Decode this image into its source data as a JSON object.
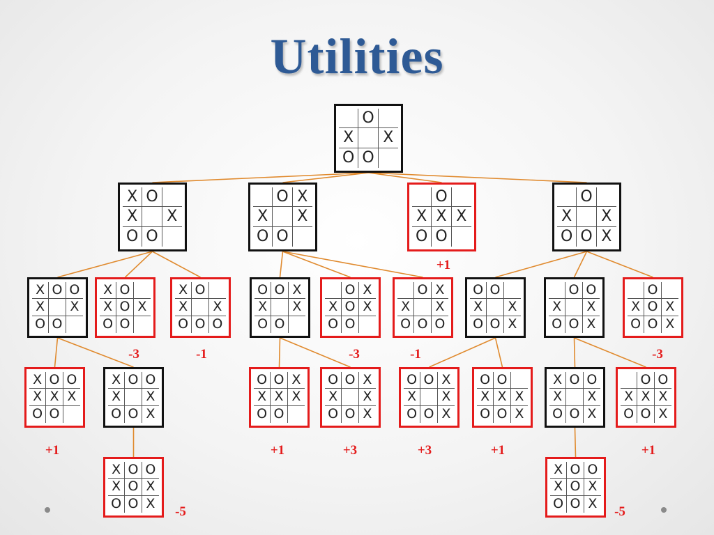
{
  "title": "Utilities",
  "colors": {
    "title": "#2e5a95",
    "edge": "#e08a2e",
    "terminal_border": "#e41b1b",
    "node_border": "#111111",
    "utility_text": "#e41b1b"
  },
  "nodes": [
    {
      "id": "root",
      "terminal": false,
      "cells": [
        "",
        "O",
        "",
        "X",
        "",
        "X",
        "O",
        "O",
        ""
      ]
    },
    {
      "id": "a",
      "terminal": false,
      "cells": [
        "X",
        "O",
        "",
        "X",
        "",
        "X",
        "O",
        "O",
        ""
      ]
    },
    {
      "id": "b",
      "terminal": false,
      "cells": [
        "",
        "O",
        "X",
        "X",
        "",
        "X",
        "O",
        "O",
        ""
      ]
    },
    {
      "id": "c",
      "terminal": true,
      "utility": "+1",
      "cells": [
        "",
        "O",
        "",
        "X",
        "X",
        "X",
        "O",
        "O",
        ""
      ]
    },
    {
      "id": "d",
      "terminal": false,
      "cells": [
        "",
        "O",
        "",
        "X",
        "",
        "X",
        "O",
        "O",
        "X"
      ]
    },
    {
      "id": "a1",
      "terminal": false,
      "cells": [
        "X",
        "O",
        "O",
        "X",
        "",
        "X",
        "O",
        "O",
        ""
      ]
    },
    {
      "id": "a2",
      "terminal": true,
      "utility": "-3",
      "cells": [
        "X",
        "O",
        "",
        "X",
        "O",
        "X",
        "O",
        "O",
        ""
      ]
    },
    {
      "id": "a3",
      "terminal": true,
      "utility": "-1",
      "cells": [
        "X",
        "O",
        "",
        "X",
        "",
        "X",
        "O",
        "O",
        "O"
      ]
    },
    {
      "id": "b1",
      "terminal": false,
      "cells": [
        "O",
        "O",
        "X",
        "X",
        "",
        "X",
        "O",
        "O",
        ""
      ]
    },
    {
      "id": "b2",
      "terminal": true,
      "utility": "-3",
      "cells": [
        "",
        "O",
        "X",
        "X",
        "O",
        "X",
        "O",
        "O",
        ""
      ]
    },
    {
      "id": "b3",
      "terminal": true,
      "utility": "-1",
      "cells": [
        "",
        "O",
        "X",
        "X",
        "",
        "X",
        "O",
        "O",
        "O"
      ]
    },
    {
      "id": "d1",
      "terminal": false,
      "cells": [
        "O",
        "O",
        "",
        "X",
        "",
        "X",
        "O",
        "O",
        "X"
      ]
    },
    {
      "id": "d2",
      "terminal": false,
      "cells": [
        "",
        "O",
        "O",
        "X",
        "",
        "X",
        "O",
        "O",
        "X"
      ]
    },
    {
      "id": "d3",
      "terminal": true,
      "utility": "-3",
      "cells": [
        "",
        "O",
        "",
        "X",
        "O",
        "X",
        "O",
        "O",
        "X"
      ]
    },
    {
      "id": "a1a",
      "terminal": true,
      "utility": "+1",
      "cells": [
        "X",
        "O",
        "O",
        "X",
        "X",
        "X",
        "O",
        "O",
        ""
      ]
    },
    {
      "id": "a1b",
      "terminal": false,
      "cells": [
        "X",
        "O",
        "O",
        "X",
        "",
        "X",
        "O",
        "O",
        "X"
      ]
    },
    {
      "id": "b1a",
      "terminal": true,
      "utility": "+1",
      "cells": [
        "O",
        "O",
        "X",
        "X",
        "X",
        "X",
        "O",
        "O",
        ""
      ]
    },
    {
      "id": "b1b",
      "terminal": true,
      "utility": "+3",
      "cells": [
        "O",
        "O",
        "X",
        "X",
        "",
        "X",
        "O",
        "O",
        "X"
      ]
    },
    {
      "id": "d1a",
      "terminal": true,
      "utility": "+3",
      "cells": [
        "O",
        "O",
        "X",
        "X",
        "",
        "X",
        "O",
        "O",
        "X"
      ]
    },
    {
      "id": "d1b",
      "terminal": true,
      "utility": "+1",
      "cells": [
        "O",
        "O",
        "",
        "X",
        "X",
        "X",
        "O",
        "O",
        "X"
      ]
    },
    {
      "id": "d2a",
      "terminal": false,
      "cells": [
        "X",
        "O",
        "O",
        "X",
        "",
        "X",
        "O",
        "O",
        "X"
      ]
    },
    {
      "id": "d2b",
      "terminal": true,
      "utility": "+1",
      "cells": [
        "",
        "O",
        "O",
        "X",
        "X",
        "X",
        "O",
        "O",
        "X"
      ]
    },
    {
      "id": "a1b1",
      "terminal": true,
      "utility": "-5",
      "cells": [
        "X",
        "O",
        "O",
        "X",
        "O",
        "X",
        "O",
        "O",
        "X"
      ]
    },
    {
      "id": "d2a1",
      "terminal": true,
      "utility": "-5",
      "cells": [
        "X",
        "O",
        "O",
        "X",
        "O",
        "X",
        "O",
        "O",
        "X"
      ]
    }
  ],
  "edges": [
    [
      "root",
      "a"
    ],
    [
      "root",
      "b"
    ],
    [
      "root",
      "c"
    ],
    [
      "root",
      "d"
    ],
    [
      "a",
      "a1"
    ],
    [
      "a",
      "a2"
    ],
    [
      "a",
      "a3"
    ],
    [
      "b",
      "b1"
    ],
    [
      "b",
      "b2"
    ],
    [
      "b",
      "b3"
    ],
    [
      "d",
      "d1"
    ],
    [
      "d",
      "d2"
    ],
    [
      "d",
      "d3"
    ],
    [
      "a1",
      "a1a"
    ],
    [
      "a1",
      "a1b"
    ],
    [
      "b1",
      "b1a"
    ],
    [
      "b1",
      "b1b"
    ],
    [
      "d1",
      "d1a"
    ],
    [
      "d1",
      "d1b"
    ],
    [
      "d2",
      "d2a"
    ],
    [
      "d2",
      "d2b"
    ],
    [
      "a1b",
      "a1b1"
    ],
    [
      "d2a",
      "d2a1"
    ]
  ]
}
